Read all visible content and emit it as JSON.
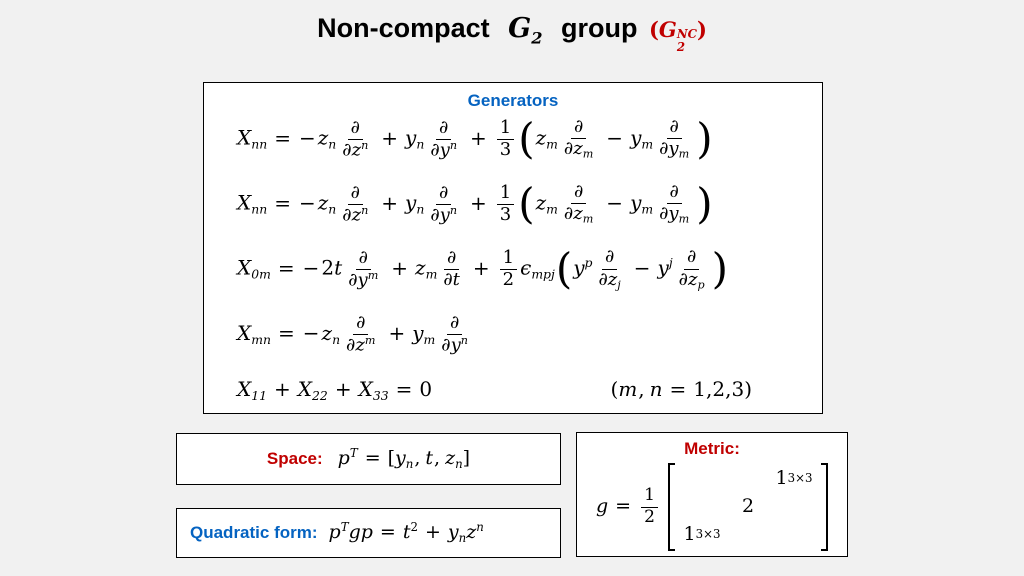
{
  "colors": {
    "accent_red": "#C00000",
    "accent_blue": "#0563C1",
    "background": "#F1F1F1",
    "panel_background": "#FFFFFF",
    "border": "#000000"
  },
  "title": {
    "part1": "Non-compact",
    "g2_letter": "G",
    "g2_sub": "2",
    "part2": "group",
    "nc_open": "(",
    "nc_letter": "G",
    "nc_sup": "NC",
    "nc_sub": "2",
    "nc_close": ")"
  },
  "generators": {
    "heading": "Generators",
    "formulas": [
      [
        {
          "t": "v",
          "s": "X"
        },
        {
          "t": "sb",
          "s": "nn"
        },
        {
          "t": "o",
          "s": "="
        },
        {
          "t": "o",
          "s": "−",
          "k": "un"
        },
        {
          "t": "v",
          "s": "z"
        },
        {
          "t": "sb",
          "s": "n"
        },
        {
          "t": "f",
          "n": [
            {
              "t": "v",
              "s": "∂"
            }
          ],
          "d": [
            {
              "t": "v",
              "s": "∂z"
            },
            {
              "t": "sp",
              "s": "n"
            }
          ]
        },
        {
          "t": "o",
          "s": "+"
        },
        {
          "t": "v",
          "s": "y"
        },
        {
          "t": "sb",
          "s": "n"
        },
        {
          "t": "f",
          "n": [
            {
              "t": "v",
              "s": "∂"
            }
          ],
          "d": [
            {
              "t": "v",
              "s": "∂y"
            },
            {
              "t": "sp",
              "s": "n"
            }
          ]
        },
        {
          "t": "o",
          "s": "+"
        },
        {
          "t": "f",
          "n": [
            {
              "t": "n",
              "s": "1"
            }
          ],
          "d": [
            {
              "t": "n",
              "s": "3"
            }
          ]
        },
        {
          "t": "b",
          "s": "("
        },
        {
          "t": "v",
          "s": "z"
        },
        {
          "t": "sb",
          "s": "m"
        },
        {
          "t": "f",
          "n": [
            {
              "t": "v",
              "s": "∂"
            }
          ],
          "d": [
            {
              "t": "v",
              "s": "∂z"
            },
            {
              "t": "sb",
              "s": "m"
            }
          ]
        },
        {
          "t": "o",
          "s": "−"
        },
        {
          "t": "v",
          "s": "y"
        },
        {
          "t": "sb",
          "s": "m"
        },
        {
          "t": "f",
          "n": [
            {
              "t": "v",
              "s": "∂"
            }
          ],
          "d": [
            {
              "t": "v",
              "s": "∂y"
            },
            {
              "t": "sb",
              "s": "m"
            }
          ]
        },
        {
          "t": "b",
          "s": ")"
        }
      ],
      [
        {
          "t": "v",
          "s": "X"
        },
        {
          "t": "sb",
          "s": "nn"
        },
        {
          "t": "o",
          "s": "="
        },
        {
          "t": "o",
          "s": "−",
          "k": "un"
        },
        {
          "t": "v",
          "s": "z"
        },
        {
          "t": "sb",
          "s": "n"
        },
        {
          "t": "f",
          "n": [
            {
              "t": "v",
              "s": "∂"
            }
          ],
          "d": [
            {
              "t": "v",
              "s": "∂z"
            },
            {
              "t": "sp",
              "s": "n"
            }
          ]
        },
        {
          "t": "o",
          "s": "+"
        },
        {
          "t": "v",
          "s": "y"
        },
        {
          "t": "sb",
          "s": "n"
        },
        {
          "t": "f",
          "n": [
            {
              "t": "v",
              "s": "∂"
            }
          ],
          "d": [
            {
              "t": "v",
              "s": "∂y"
            },
            {
              "t": "sp",
              "s": "n"
            }
          ]
        },
        {
          "t": "o",
          "s": "+"
        },
        {
          "t": "f",
          "n": [
            {
              "t": "n",
              "s": "1"
            }
          ],
          "d": [
            {
              "t": "n",
              "s": "3"
            }
          ]
        },
        {
          "t": "b",
          "s": "("
        },
        {
          "t": "v",
          "s": "z"
        },
        {
          "t": "sb",
          "s": "m"
        },
        {
          "t": "f",
          "n": [
            {
              "t": "v",
              "s": "∂"
            }
          ],
          "d": [
            {
              "t": "v",
              "s": "∂z"
            },
            {
              "t": "sb",
              "s": "m"
            }
          ]
        },
        {
          "t": "o",
          "s": "−"
        },
        {
          "t": "v",
          "s": "y"
        },
        {
          "t": "sb",
          "s": "m"
        },
        {
          "t": "f",
          "n": [
            {
              "t": "v",
              "s": "∂"
            }
          ],
          "d": [
            {
              "t": "v",
              "s": "∂y"
            },
            {
              "t": "sb",
              "s": "m"
            }
          ]
        },
        {
          "t": "b",
          "s": ")"
        }
      ],
      [
        {
          "t": "v",
          "s": "X"
        },
        {
          "t": "sb",
          "s": "0m"
        },
        {
          "t": "o",
          "s": "="
        },
        {
          "t": "o",
          "s": "−",
          "k": "un"
        },
        {
          "t": "n",
          "s": "2"
        },
        {
          "t": "v",
          "s": "t"
        },
        {
          "t": "f",
          "n": [
            {
              "t": "v",
              "s": "∂"
            }
          ],
          "d": [
            {
              "t": "v",
              "s": "∂y"
            },
            {
              "t": "sp",
              "s": "m"
            }
          ]
        },
        {
          "t": "o",
          "s": "+"
        },
        {
          "t": "v",
          "s": "z"
        },
        {
          "t": "sb",
          "s": "m"
        },
        {
          "t": "f",
          "n": [
            {
              "t": "v",
              "s": "∂"
            }
          ],
          "d": [
            {
              "t": "v",
              "s": "∂t"
            }
          ]
        },
        {
          "t": "o",
          "s": "+"
        },
        {
          "t": "f",
          "n": [
            {
              "t": "n",
              "s": "1"
            }
          ],
          "d": [
            {
              "t": "n",
              "s": "2"
            }
          ]
        },
        {
          "t": "v",
          "s": "ϵ"
        },
        {
          "t": "sb",
          "s": "mpj"
        },
        {
          "t": "b",
          "s": "("
        },
        {
          "t": "v",
          "s": "y"
        },
        {
          "t": "sp",
          "s": "p"
        },
        {
          "t": "f",
          "n": [
            {
              "t": "v",
              "s": "∂"
            }
          ],
          "d": [
            {
              "t": "v",
              "s": "∂z"
            },
            {
              "t": "sb",
              "s": "j"
            }
          ]
        },
        {
          "t": "o",
          "s": "−"
        },
        {
          "t": "v",
          "s": "y"
        },
        {
          "t": "sp",
          "s": "j"
        },
        {
          "t": "f",
          "n": [
            {
              "t": "v",
              "s": "∂"
            }
          ],
          "d": [
            {
              "t": "v",
              "s": "∂z"
            },
            {
              "t": "sb",
              "s": "p"
            }
          ]
        },
        {
          "t": "b",
          "s": ")"
        }
      ],
      [
        {
          "t": "v",
          "s": "X"
        },
        {
          "t": "sb",
          "s": "mn"
        },
        {
          "t": "o",
          "s": "="
        },
        {
          "t": "o",
          "s": "−",
          "k": "un"
        },
        {
          "t": "v",
          "s": "z"
        },
        {
          "t": "sb",
          "s": "n"
        },
        {
          "t": "f",
          "n": [
            {
              "t": "v",
              "s": "∂"
            }
          ],
          "d": [
            {
              "t": "v",
              "s": "∂z"
            },
            {
              "t": "sp",
              "s": "m"
            }
          ]
        },
        {
          "t": "o",
          "s": "+"
        },
        {
          "t": "v",
          "s": "y"
        },
        {
          "t": "sb",
          "s": "m"
        },
        {
          "t": "f",
          "n": [
            {
              "t": "v",
              "s": "∂"
            }
          ],
          "d": [
            {
              "t": "v",
              "s": "∂y"
            },
            {
              "t": "sp",
              "s": "n"
            }
          ]
        }
      ]
    ],
    "constraint": [
      {
        "t": "v",
        "s": "X"
      },
      {
        "t": "sb",
        "s": "11"
      },
      {
        "t": "o",
        "s": "+"
      },
      {
        "t": "v",
        "s": "X"
      },
      {
        "t": "sb",
        "s": "22"
      },
      {
        "t": "o",
        "s": "+"
      },
      {
        "t": "v",
        "s": "X"
      },
      {
        "t": "sb",
        "s": "33"
      },
      {
        "t": "o",
        "s": "="
      },
      {
        "t": "n",
        "s": "0"
      }
    ],
    "note": [
      {
        "t": "n",
        "s": "("
      },
      {
        "t": "v",
        "s": "m"
      },
      {
        "t": "o",
        "s": ",",
        "k": "comma"
      },
      {
        "t": "v",
        "s": "n"
      },
      {
        "t": "o",
        "s": "="
      },
      {
        "t": "n",
        "s": "1,2,3"
      },
      {
        "t": "n",
        "s": ")"
      }
    ]
  },
  "space": {
    "label": "Space:",
    "tokens": [
      {
        "t": "v",
        "s": "p"
      },
      {
        "t": "sp",
        "s": "T"
      },
      {
        "t": "o",
        "s": "="
      },
      {
        "t": "n",
        "s": "["
      },
      {
        "t": "v",
        "s": "y"
      },
      {
        "t": "sb",
        "s": "n"
      },
      {
        "t": "o",
        "s": ",",
        "k": "comma"
      },
      {
        "t": "v",
        "s": "t"
      },
      {
        "t": "o",
        "s": ",",
        "k": "comma"
      },
      {
        "t": "v",
        "s": "z"
      },
      {
        "t": "sb",
        "s": "n"
      },
      {
        "t": "n",
        "s": "]"
      }
    ]
  },
  "metric": {
    "label": "Metric:",
    "tokens": [
      {
        "t": "v",
        "s": "g"
      },
      {
        "t": "o",
        "s": "="
      },
      {
        "t": "f",
        "n": [
          {
            "t": "n",
            "s": "1"
          }
        ],
        "d": [
          {
            "t": "n",
            "s": "2"
          }
        ]
      },
      {
        "t": "m",
        "rows": [
          [
            [],
            [],
            [
              {
                "t": "n",
                "s": "1"
              },
              {
                "t": "sb",
                "s": "3×3",
                "k": "up"
              }
            ]
          ],
          [
            [],
            [
              {
                "t": "n",
                "s": "2"
              }
            ],
            []
          ],
          [
            [
              {
                "t": "n",
                "s": "1"
              },
              {
                "t": "sb",
                "s": "3×3",
                "k": "up"
              }
            ],
            [],
            []
          ]
        ]
      }
    ]
  },
  "quadratic": {
    "label": "Quadratic form:",
    "tokens": [
      {
        "t": "v",
        "s": "p"
      },
      {
        "t": "sp",
        "s": "T"
      },
      {
        "t": "v",
        "s": "g"
      },
      {
        "t": "v",
        "s": "p"
      },
      {
        "t": "o",
        "s": "="
      },
      {
        "t": "v",
        "s": "t"
      },
      {
        "t": "sp",
        "s": "2",
        "k": "up"
      },
      {
        "t": "o",
        "s": "+"
      },
      {
        "t": "v",
        "s": "y"
      },
      {
        "t": "sb",
        "s": "n"
      },
      {
        "t": "v",
        "s": "z"
      },
      {
        "t": "sp",
        "s": "n"
      }
    ]
  }
}
